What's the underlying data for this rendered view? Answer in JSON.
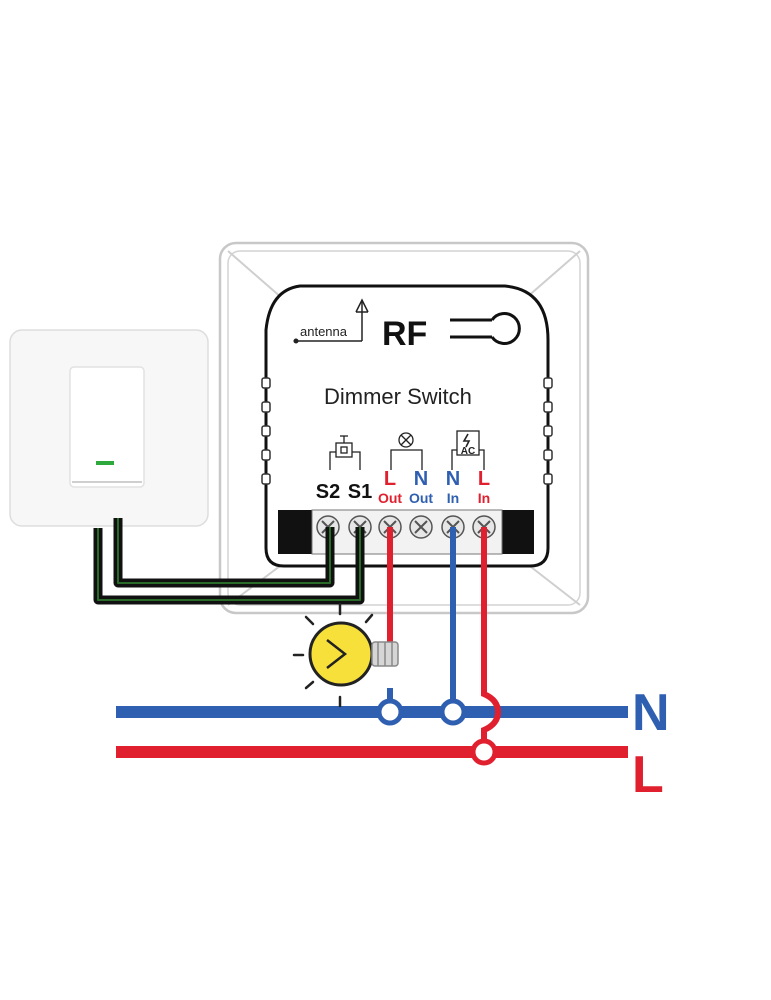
{
  "module": {
    "rf_label": "RF",
    "antenna_label": "antenna",
    "title": "Dimmer Switch",
    "ac_label": "AC"
  },
  "terminals": [
    {
      "id": "s2",
      "top": "S2",
      "bottom": ""
    },
    {
      "id": "s1",
      "top": "S1",
      "bottom": ""
    },
    {
      "id": "l-out",
      "top": "L",
      "bottom": "Out"
    },
    {
      "id": "n-out",
      "top": "N",
      "bottom": "Out"
    },
    {
      "id": "n-in",
      "top": "N",
      "bottom": "In"
    },
    {
      "id": "l-in",
      "top": "L",
      "bottom": "In"
    }
  ],
  "bus": {
    "neutral_label": "N",
    "live_label": "L"
  },
  "colors": {
    "live": "#e0202e",
    "neutral": "#2f5fb0",
    "switch_wire": "#111111",
    "indicator": "#2eaa3c",
    "bulb": "#f7e03a"
  }
}
